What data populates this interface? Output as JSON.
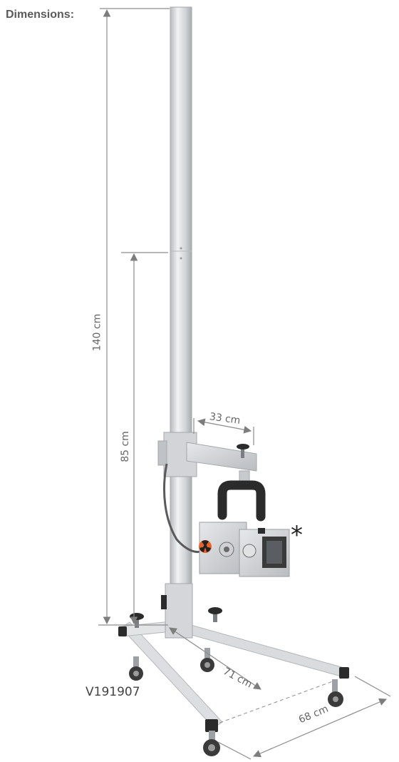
{
  "title": "Dimensions:",
  "labels": {
    "height_total": "140 cm",
    "height_arm": "85 cm",
    "arm_length": "33 cm",
    "base_depth": "71 cm",
    "base_width": "68 cm"
  },
  "asterisk": "*",
  "product_code": "V191907",
  "colors": {
    "dimension_line": "#8c8c8c",
    "frame": "#d4d6d9",
    "handle": "#2b2b2b",
    "warning_label": "#e8622c"
  }
}
